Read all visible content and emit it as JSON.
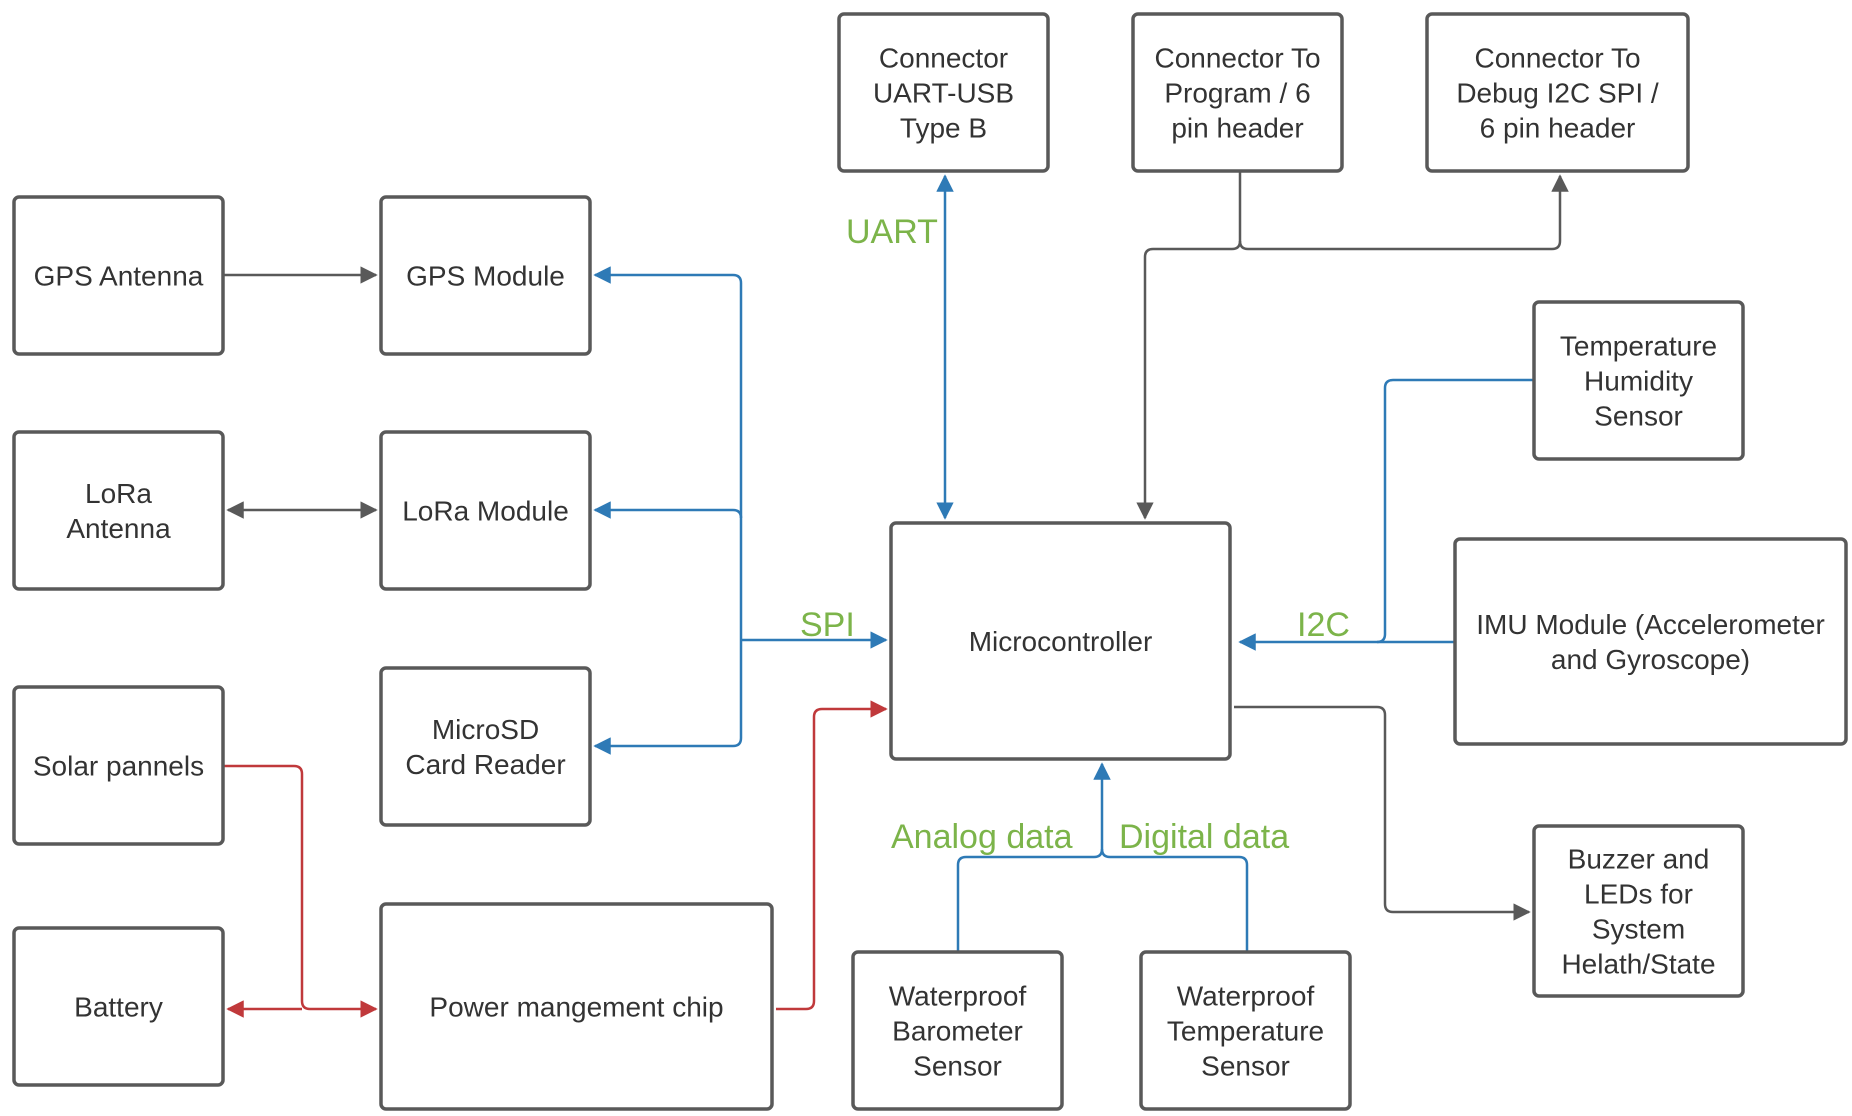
{
  "colors": {
    "box_stroke": "#595959",
    "box_text": "#333333",
    "neutral_line": "#595959",
    "data_bus": "#2e7ab6",
    "power_line": "#c0393b",
    "bus_label": "#7cb44a"
  },
  "nodes": {
    "gps_antenna": {
      "lines": [
        "GPS Antenna"
      ]
    },
    "gps_module": {
      "lines": [
        "GPS Module"
      ]
    },
    "lora_antenna": {
      "lines": [
        "LoRa",
        "Antenna"
      ]
    },
    "lora_module": {
      "lines": [
        "LoRa Module"
      ]
    },
    "microsd": {
      "lines": [
        "MicroSD",
        "Card Reader"
      ]
    },
    "solar": {
      "lines": [
        "Solar pannels"
      ]
    },
    "battery": {
      "lines": [
        "Battery"
      ]
    },
    "power_chip": {
      "lines": [
        "Power mangement chip"
      ]
    },
    "uart_usb": {
      "lines": [
        "Connector",
        "UART-USB",
        "Type B"
      ]
    },
    "program_header": {
      "lines": [
        "Connector To",
        "Program / 6",
        "pin header"
      ]
    },
    "debug_header": {
      "lines": [
        "Connector To",
        "Debug I2C SPI /",
        "6 pin header"
      ]
    },
    "temp_humidity": {
      "lines": [
        "Temperature",
        "Humidity",
        "Sensor"
      ]
    },
    "microcontroller": {
      "lines": [
        "Microcontroller"
      ]
    },
    "imu": {
      "lines": [
        "IMU Module (Accelerometer",
        "and Gyroscope)"
      ]
    },
    "barometer": {
      "lines": [
        "Waterproof",
        "Barometer",
        "Sensor"
      ]
    },
    "water_temp": {
      "lines": [
        "Waterproof",
        "Temperature",
        "Sensor"
      ]
    },
    "buzzer": {
      "lines": [
        "Buzzer and",
        "LEDs for",
        "System",
        "Helath/State"
      ]
    }
  },
  "edge_labels": {
    "uart": "UART",
    "spi": "SPI",
    "i2c": "I2C",
    "analog": "Analog data",
    "digital": "Digital data"
  }
}
